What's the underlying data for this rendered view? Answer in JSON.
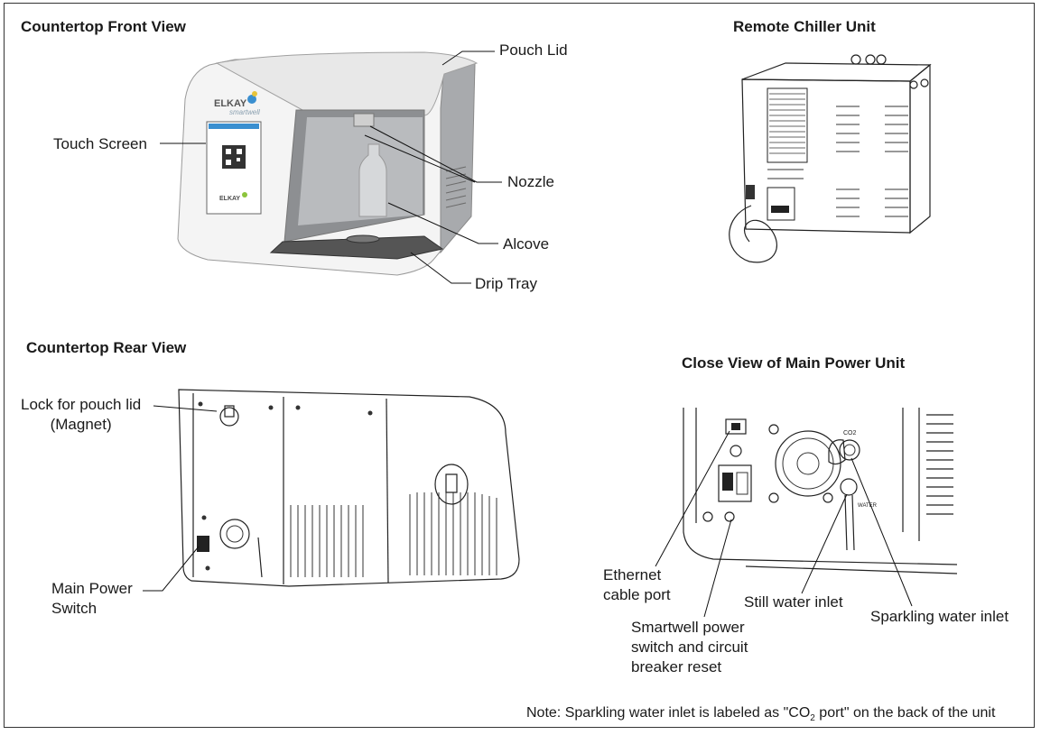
{
  "titles": {
    "front": "Countertop Front View",
    "chiller": "Remote Chiller Unit",
    "rear": "Countertop Rear View",
    "power": "Close View of Main Power Unit"
  },
  "labels": {
    "pouch_lid": "Pouch Lid",
    "touch_screen": "Touch Screen",
    "nozzle": "Nozzle",
    "alcove": "Alcove",
    "drip_tray": "Drip Tray",
    "lock": "Lock for pouch lid\n(Magnet)",
    "main_power_switch": "Main Power\nSwitch",
    "ethernet": "Ethernet\ncable port",
    "smartwell": "Smartwell power\nswitch and circuit\nbreaker reset",
    "still": "Still water inlet",
    "sparkling": "Sparkling water inlet"
  },
  "product_marks": {
    "brand": "ELKAY",
    "product": "smartwell",
    "co2_mark": "CO2",
    "water_mark": "WATER"
  },
  "note": {
    "before": "Note: Sparkling water inlet is labeled as \"CO",
    "sub": "2",
    "after": " port\" on the back of the unit"
  },
  "colors": {
    "line": "#222222",
    "brand_blue": "#3a8fd0",
    "brand_green": "#8cc43c"
  }
}
